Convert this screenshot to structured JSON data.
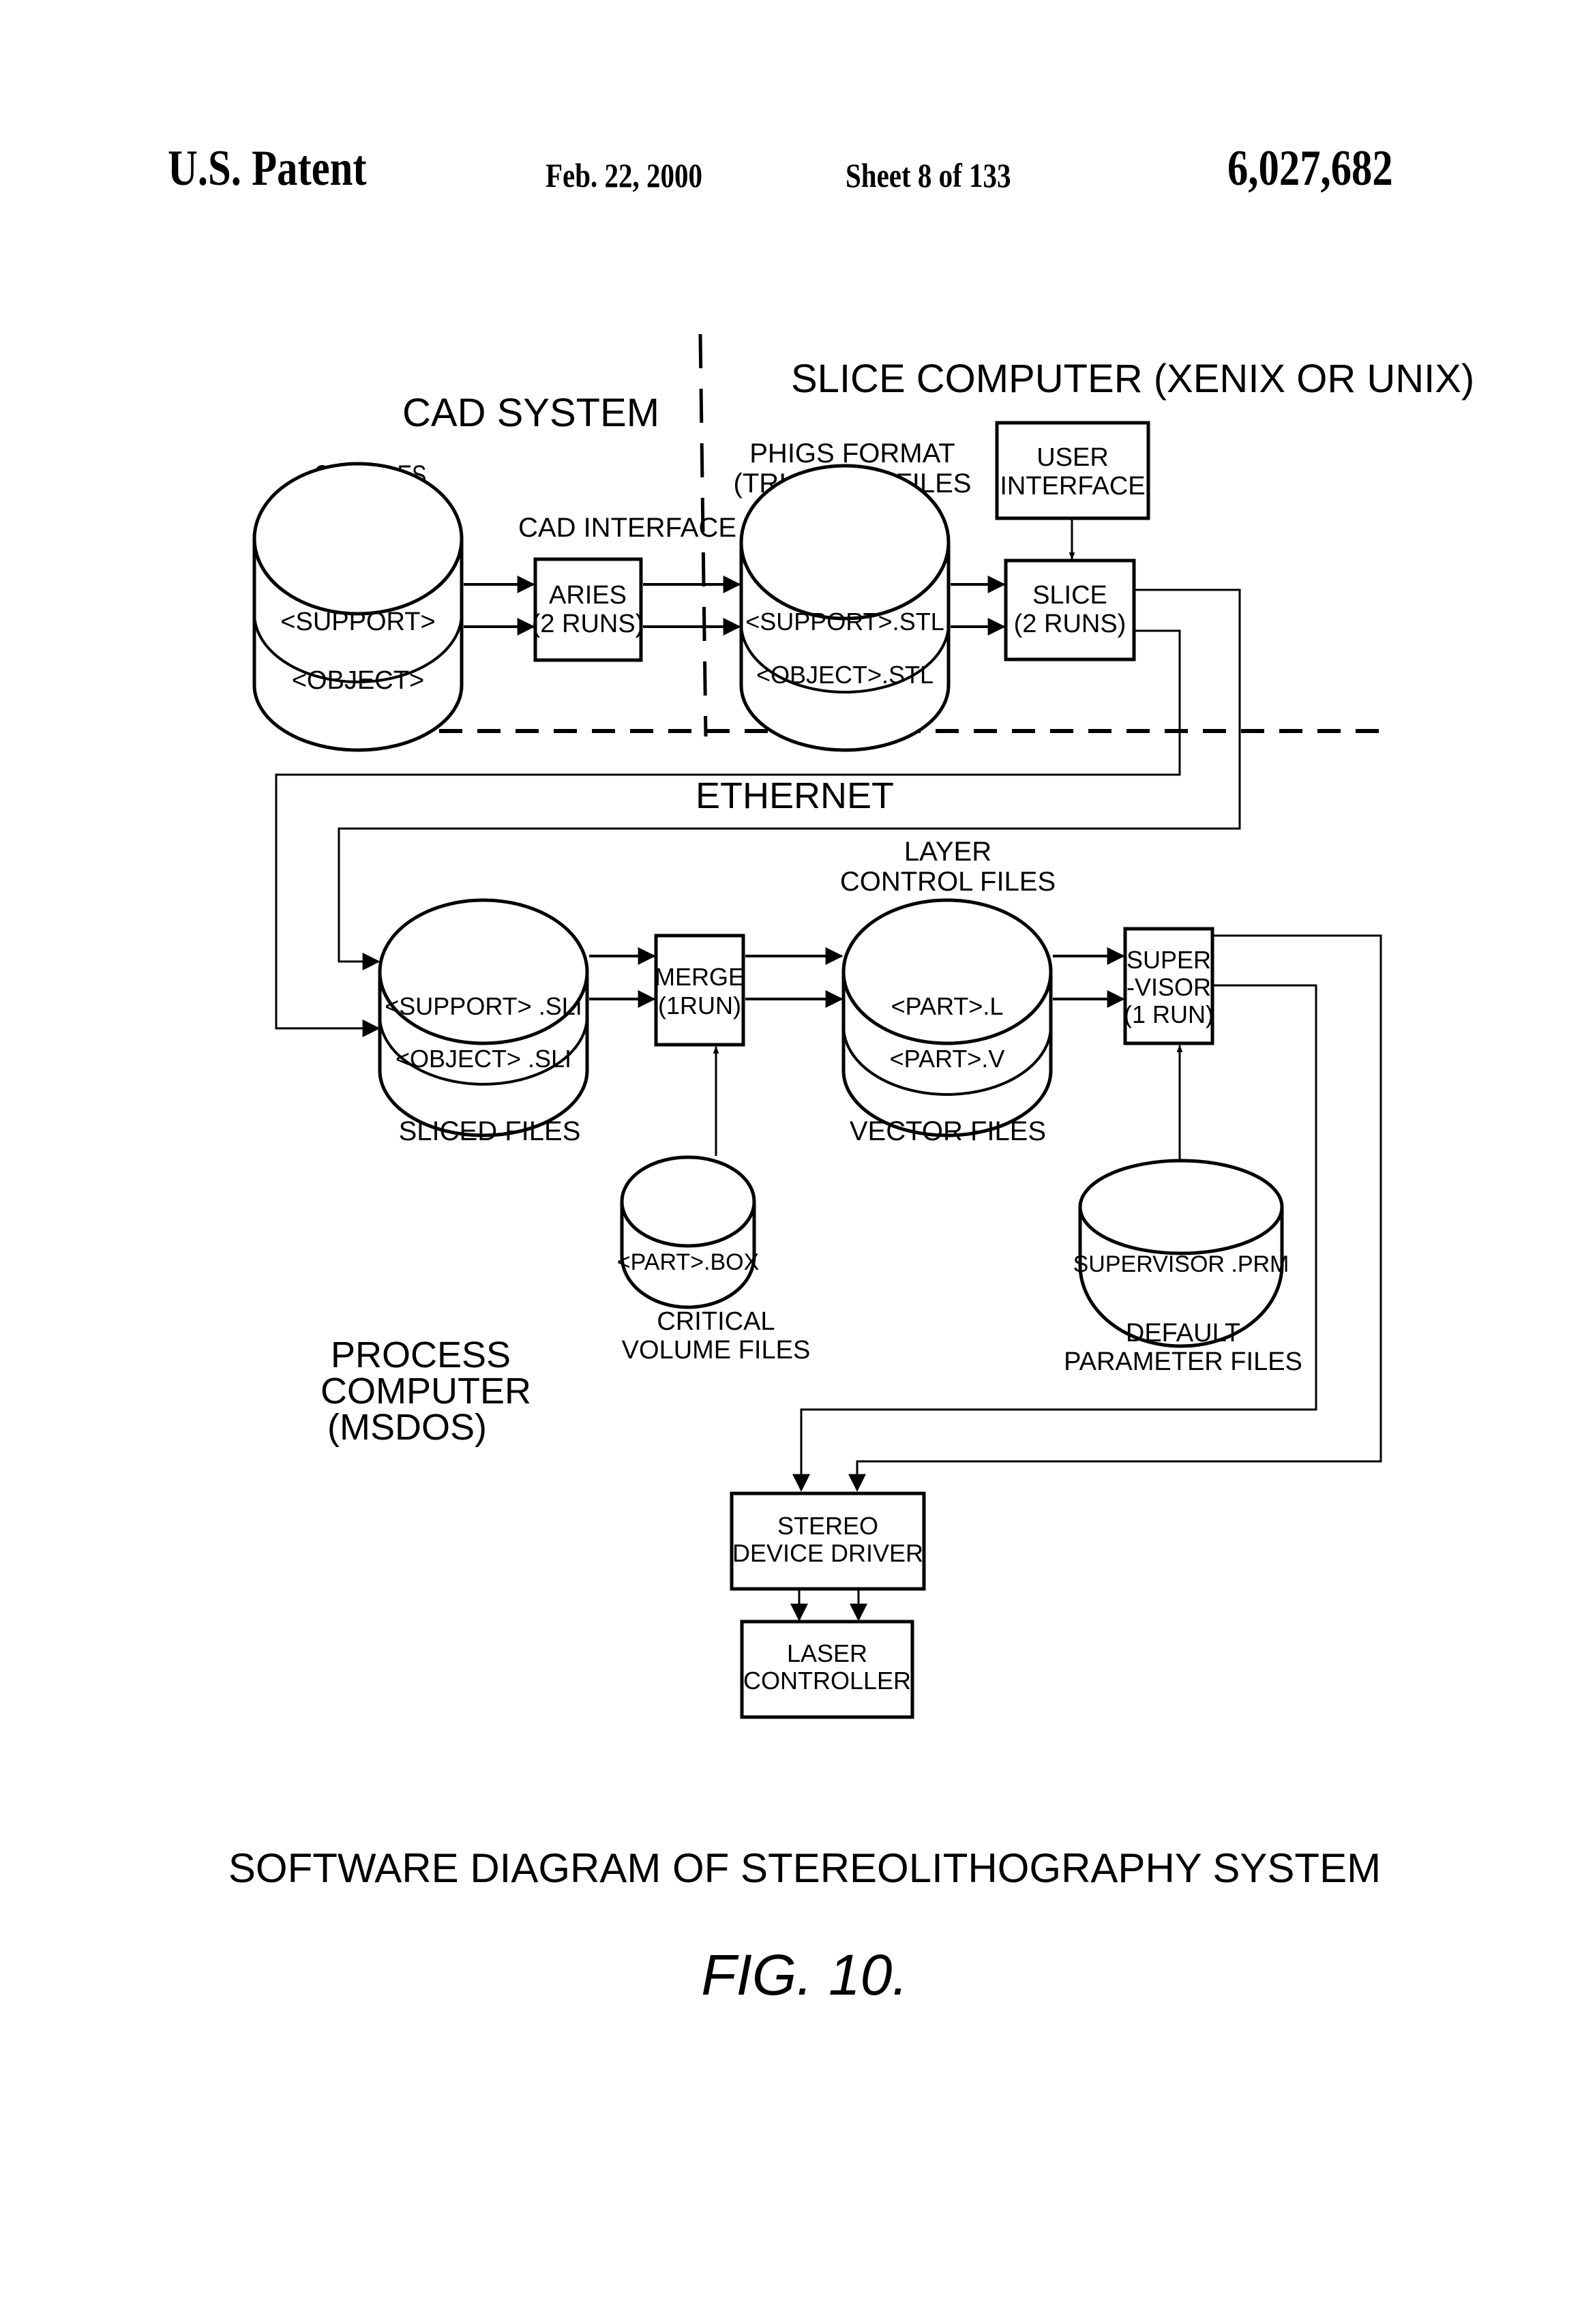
{
  "header": {
    "publication": "U.S. Patent",
    "date": "Feb. 22, 2000",
    "sheet": "Sheet 8 of 133",
    "patent_number": "6,027,682"
  },
  "regions": {
    "cad_system": "CAD SYSTEM",
    "slice_computer": "SLICE COMPUTER (XENIX OR UNIX)",
    "ethernet": "ETHERNET",
    "process_computer": [
      "PROCESS",
      "COMPUTER",
      "(MSDOS)"
    ]
  },
  "databases": {
    "cad_files": {
      "title": "CAD FILES",
      "entries": [
        "<SUPPORT>",
        "<OBJECT>"
      ]
    },
    "phigs_files": {
      "title": [
        "PHIGS FORMAT",
        "(TRIANGLE) FILES"
      ],
      "entries": [
        "<SUPPORT>.STL",
        "<OBJECT>.STL"
      ]
    },
    "sliced_files": {
      "title": "SLICED FILES",
      "entries": [
        "<SUPPORT> .SLI",
        "<OBJECT> .SLI"
      ]
    },
    "vector_files": {
      "title": "VECTOR FILES",
      "top_title": [
        "LAYER",
        "CONTROL FILES"
      ],
      "entries": [
        "<PART>.L",
        "<PART>.V"
      ]
    },
    "critical_volume_files": {
      "title": [
        "CRITICAL",
        "VOLUME FILES"
      ],
      "entries": [
        "<PART>.BOX"
      ]
    },
    "default_parameter_files": {
      "title": [
        "DEFAULT",
        "PARAMETER FILES"
      ],
      "entries": [
        "SUPERVISOR .PRM"
      ]
    }
  },
  "processes": {
    "cad_interface_label": "CAD INTERFACE",
    "aries": [
      "ARIES",
      "(2 RUNS)"
    ],
    "user_interface": [
      "USER",
      "INTERFACE"
    ],
    "slice": [
      "SLICE",
      "(2 RUNS)"
    ],
    "merge": [
      "MERGE",
      "(1RUN)"
    ],
    "supervisor": [
      "SUPER",
      "-VISOR",
      "(1 RUN)"
    ],
    "stereo_device_driver": [
      "STEREO",
      "DEVICE DRIVER"
    ],
    "laser_controller": [
      "LASER",
      "CONTROLLER"
    ]
  },
  "caption": {
    "title": "SOFTWARE DIAGRAM OF STEREOLITHOGRAPHY SYSTEM",
    "figure": "FIG. 10."
  }
}
